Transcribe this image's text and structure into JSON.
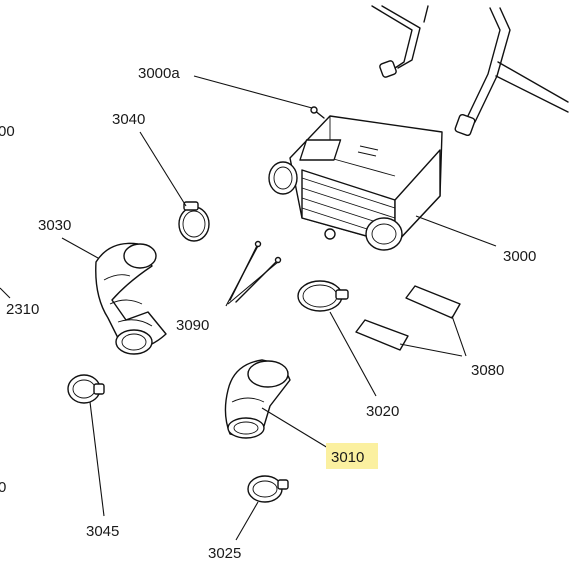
{
  "labels": {
    "l_3000a": "3000a",
    "l_3040": "3040",
    "l_00": "00",
    "l_3030": "3030",
    "l_2310": "2310",
    "l_3090": "3090",
    "l_3000": "3000",
    "l_3080": "3080",
    "l_3020": "3020",
    "l_3010": "3010",
    "l_0": "0",
    "l_3045": "3045",
    "l_3025": "3025"
  },
  "highlight_color": "#fbf0a0"
}
